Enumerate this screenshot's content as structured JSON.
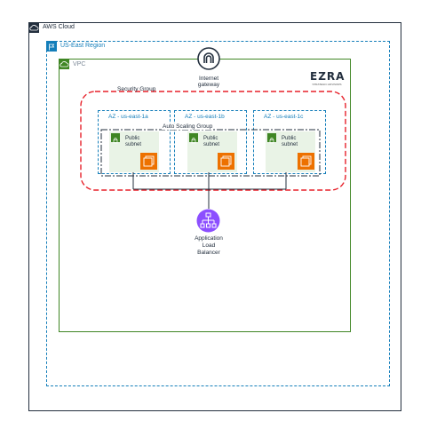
{
  "aws_cloud": {
    "label": "AWS Cloud"
  },
  "region": {
    "label": "US-East Region"
  },
  "vpc": {
    "label": "VPC"
  },
  "internet_gateway": {
    "label_line1": "Internet",
    "label_line2": "gateway"
  },
  "logo": {
    "text": "EZRA",
    "tagline": "STRATEGIC ADVISORS"
  },
  "security_group": {
    "label": "Security Group"
  },
  "auto_scaling_group": {
    "label": "Auto Scaling Group"
  },
  "availability_zones": [
    {
      "label": "AZ - us-east-1a",
      "subnet_line1": "Public",
      "subnet_line2": "subnet"
    },
    {
      "label": "AZ - us-east-1b",
      "subnet_line1": "Public",
      "subnet_line2": "subnet"
    },
    {
      "label": "AZ - us-east-1c",
      "subnet_line1": "Public",
      "subnet_line2": "subnet"
    }
  ],
  "load_balancer": {
    "label_line1": "Application",
    "label_line2": "Load",
    "label_line3": "Balancer"
  },
  "colors": {
    "aws_cloud": "#232f3e",
    "region": "#147eba",
    "vpc": "#3f8624",
    "security_group": "#e7212a",
    "ec2": "#ed7100",
    "load_balancer": "#8c4fff",
    "subnet_fill": "#e9f3e6"
  }
}
